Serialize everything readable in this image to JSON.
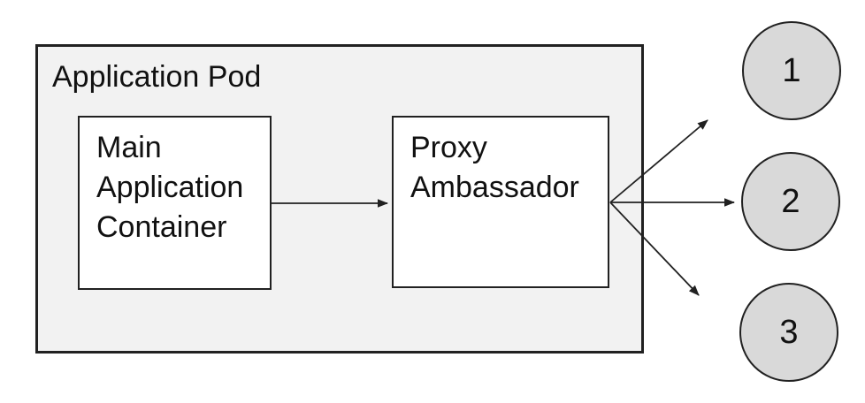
{
  "diagram": {
    "pod": {
      "label": "Application Pod"
    },
    "nodes": [
      {
        "id": "main-application-container",
        "label": "Main\nApplication\nContainer"
      },
      {
        "id": "proxy-ambassador",
        "label": "Proxy\nAmbassador"
      }
    ],
    "endpoints": [
      {
        "label": "1"
      },
      {
        "label": "2"
      },
      {
        "label": "3"
      }
    ],
    "colors": {
      "background": "#ffffff",
      "pod_fill": "#f2f2f2",
      "node_fill": "#ffffff",
      "endpoint_fill": "#d9d9d9",
      "stroke": "#212121"
    }
  }
}
